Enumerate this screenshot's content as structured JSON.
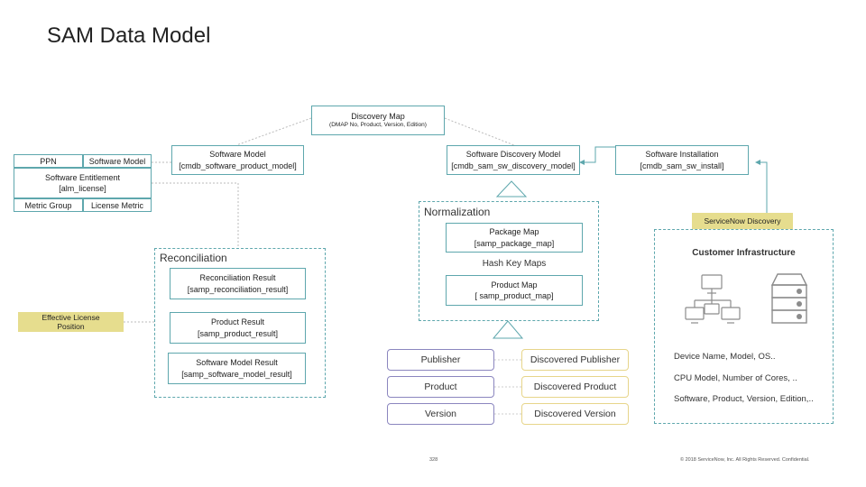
{
  "title": "SAM Data Model",
  "discovery_map": {
    "title": "Discovery Map",
    "subtitle": "(DMAP No, Product, Version, Edition)"
  },
  "software_model": {
    "title": "Software Model",
    "table": "[cmdb_software_product_model]"
  },
  "software_discovery_model": {
    "title": "Software Discovery Model",
    "table": "[cmdb_sam_sw_discovery_model]"
  },
  "software_installation": {
    "title": "Software Installation",
    "table": "[cmdb_sam_sw_install]"
  },
  "entitlement": {
    "ppn": "PPN",
    "software_model": "Software Model",
    "title": "Software Entitlement",
    "table": "[alm_license]",
    "metric_group": "Metric Group",
    "license_metric": "License Metric"
  },
  "reconciliation": {
    "label": "Reconciliation",
    "items": [
      {
        "title": "Reconciliation Result",
        "table": "[samp_reconciliation_result]"
      },
      {
        "title": "Product Result",
        "table": "[samp_product_result]"
      },
      {
        "title": "Software Model Result",
        "table": "[samp_software_model_result]"
      }
    ]
  },
  "effective_license": {
    "line1": "Effective License",
    "line2": "Position"
  },
  "normalization": {
    "label": "Normalization",
    "package_map": {
      "title": "Package Map",
      "table": "[samp_package_map]"
    },
    "hash_key_maps": "Hash Key Maps",
    "product_map": {
      "title": "Product Map",
      "table": "[ samp_product_map]"
    }
  },
  "attributes": {
    "normalized": [
      "Publisher",
      "Product",
      "Version"
    ],
    "discovered": [
      "Discovered Publisher",
      "Discovered Product",
      "Discovered Version"
    ]
  },
  "servicenow_discovery": "ServiceNow Discovery",
  "customer_infrastructure": {
    "title": "Customer Infrastructure",
    "lines": [
      "Device Name, Model, OS..",
      "CPU Model, Number of Cores, ..",
      "Software, Product, Version, Edition,.."
    ]
  },
  "footer": {
    "page": "328",
    "copyright": "© 2018 ServiceNow, Inc. All Rights Reserved. Confidential."
  },
  "colors": {
    "teal": "#5ea7ad",
    "yellow": "#e6dd8e",
    "purple": "#8b86bf",
    "gray_icon": "#8c8c8c"
  }
}
